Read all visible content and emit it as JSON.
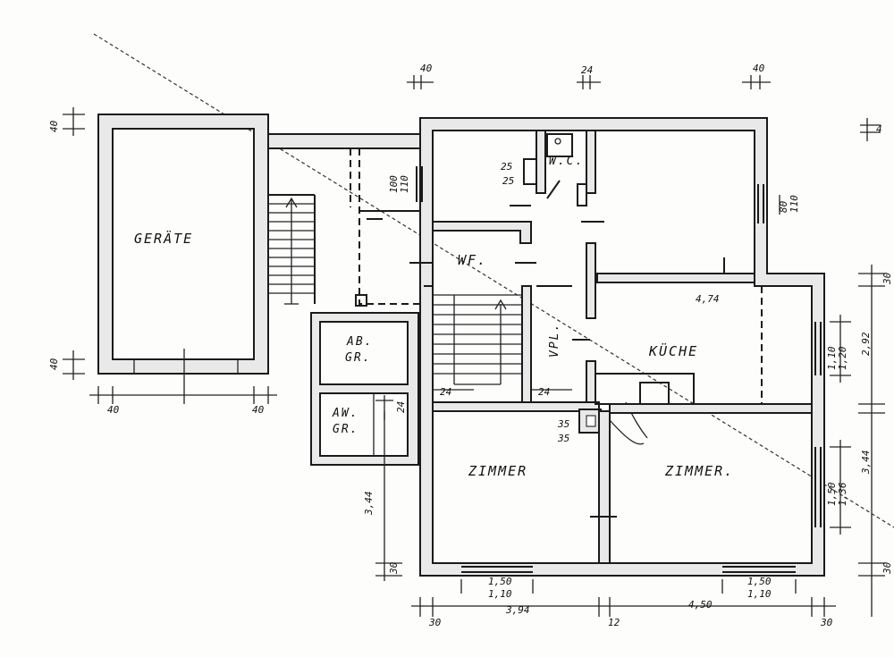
{
  "rooms": {
    "geraete": "GERÄTE",
    "wc": "W.C.",
    "wf": "WF.",
    "vpl": "VPL.",
    "kueche": "KÜCHE",
    "ab_gr_1": "AB.",
    "ab_gr_2": "GR.",
    "aw_gr_1": "AW.",
    "aw_gr_2": "GR.",
    "zimmer_left": "ZIMMER",
    "zimmer_right": "ZIMMER."
  },
  "dimensions": {
    "top_40_left": "40",
    "top_24": "24",
    "top_40_right": "40",
    "left_40_top": "40",
    "left_40_bottom": "40",
    "bottom_40_left": "40",
    "bottom_40_right": "40",
    "wc_25_a": "25",
    "wc_25_b": "25",
    "win_100": "100",
    "win_110_a": "110",
    "win_80": "80",
    "win_110_b": "110",
    "kueche_474": "4,74",
    "right_30_top": "30",
    "right_292": "2,92",
    "kueche_win_110": "1,10",
    "kueche_win_120": "1,20",
    "stair_24_a": "24",
    "stair_24_b": "24",
    "aw_24": "24",
    "chimney_35_a": "35",
    "chimney_35_b": "35",
    "right_344": "3,44",
    "zimmer_win_150": "1,50",
    "zimmer_win_136": "1,36",
    "left_344": "3,44",
    "left_30": "30",
    "right_30_bottom": "30",
    "bot_win_150_a": "1,50",
    "bot_win_110_a": "1,10",
    "bot_win_150_b": "1,50",
    "bot_win_110_b": "1,10",
    "bot_30_left": "30",
    "bot_394": "3,94",
    "bot_12": "12",
    "bot_450": "4,50",
    "bot_30_right": "30",
    "top_right_4": "4"
  }
}
